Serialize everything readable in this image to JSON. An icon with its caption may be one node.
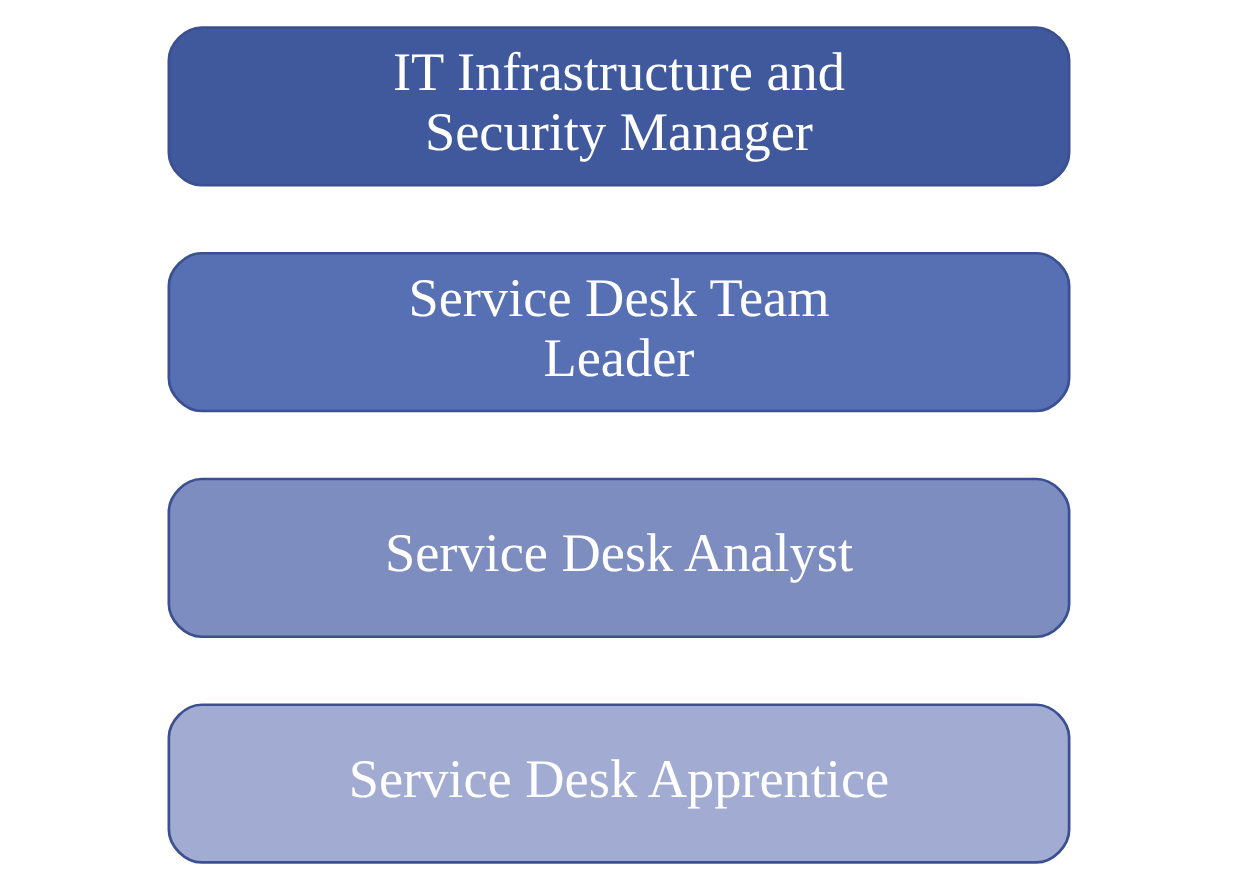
{
  "diagram": {
    "nodes": [
      {
        "text": [
          "IT Infrastructure and Security Manager"
        ]
      },
      {
        "text": [
          "Service Desk Team Leader"
        ]
      },
      {
        "text": [
          "Service Desk Analyst"
        ]
      },
      {
        "text": [
          "Service Desk Apprentice"
        ]
      }
    ]
  }
}
